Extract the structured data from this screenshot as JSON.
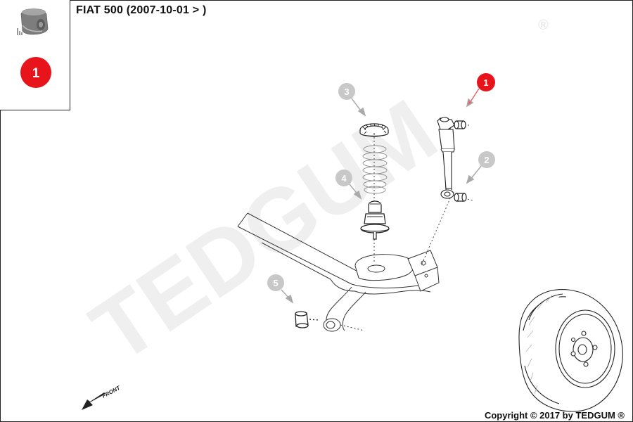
{
  "title": "FIAT 500 (2007-10-01 > )",
  "copyright": "Copyright © 2017 by TEDGUM ®",
  "watermark": {
    "text": "TEDGUM",
    "registered": "®",
    "color": "#efefef"
  },
  "legend": {
    "part_icon": "bushing-icon",
    "badge_number": "1",
    "badge_color": "#e8141b"
  },
  "callouts": [
    {
      "number": "1",
      "color": "#e8141b"
    },
    {
      "number": "2",
      "color": "#c8c8c8"
    },
    {
      "number": "3",
      "color": "#c8c8c8"
    },
    {
      "number": "4",
      "color": "#c8c8c8"
    },
    {
      "number": "5",
      "color": "#c8c8c8"
    }
  ],
  "front_label": "FRONT"
}
